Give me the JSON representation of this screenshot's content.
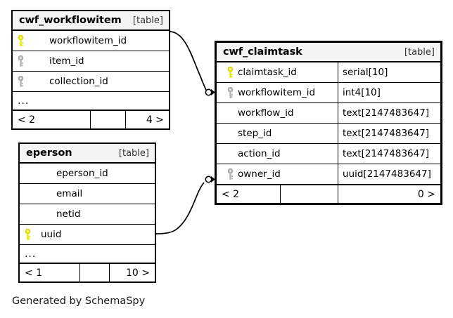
{
  "diagram": {
    "caption": "Generated by SchemaSpy",
    "table_tag": "[table]",
    "ellipsis": "...",
    "colors": {
      "primary_key": "#e8e800",
      "foreign_key": "#b4b4b4",
      "title_background": "#f4f4f4",
      "border": "#000000",
      "background": "#ffffff"
    }
  },
  "tables": [
    {
      "name": "cwf_workflowitem",
      "tag": "[table]",
      "has_type_column": false,
      "columns": [
        {
          "name": "workflowitem_id",
          "key": "primary",
          "type": ""
        },
        {
          "name": "item_id",
          "key": "foreign",
          "type": ""
        },
        {
          "name": "collection_id",
          "key": "foreign",
          "type": ""
        }
      ],
      "more": "...",
      "footer": {
        "left": "< 2",
        "middle": "",
        "right": "4 >"
      }
    },
    {
      "name": "cwf_claimtask",
      "tag": "[table]",
      "has_type_column": true,
      "columns": [
        {
          "name": "claimtask_id",
          "key": "primary",
          "type": "serial[10]"
        },
        {
          "name": "workflowitem_id",
          "key": "foreign",
          "type": "int4[10]"
        },
        {
          "name": "workflow_id",
          "key": "none",
          "type": "text[2147483647]"
        },
        {
          "name": "step_id",
          "key": "none",
          "type": "text[2147483647]"
        },
        {
          "name": "action_id",
          "key": "none",
          "type": "text[2147483647]"
        },
        {
          "name": "owner_id",
          "key": "foreign",
          "type": "uuid[2147483647]"
        }
      ],
      "more": "",
      "footer": {
        "left": "< 2",
        "middle": "",
        "right": "0 >"
      }
    },
    {
      "name": "eperson",
      "tag": "[table]",
      "has_type_column": false,
      "columns": [
        {
          "name": "eperson_id",
          "key": "none",
          "type": ""
        },
        {
          "name": "email",
          "key": "none",
          "type": ""
        },
        {
          "name": "netid",
          "key": "none",
          "type": ""
        },
        {
          "name": "uuid",
          "key": "primary",
          "type": ""
        }
      ],
      "more": "...",
      "footer": {
        "left": "< 1",
        "middle": "",
        "right": "10 >"
      }
    }
  ],
  "relationships": [
    {
      "from_table": "cwf_workflowitem",
      "from_column": "workflowitem_id",
      "to_table": "cwf_claimtask",
      "to_column": "workflowitem_id",
      "optional": true
    },
    {
      "from_table": "eperson",
      "from_column": "uuid",
      "to_table": "cwf_claimtask",
      "to_column": "owner_id",
      "optional": true
    }
  ]
}
